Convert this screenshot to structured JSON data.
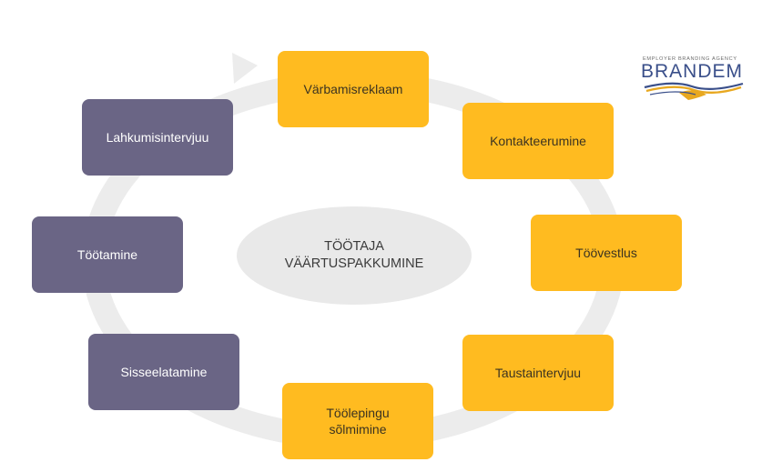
{
  "diagram": {
    "center_label": "TÖÖTAJA\nVÄÄRTUSPAKKUMINE",
    "steps": [
      {
        "id": "varbamisreklaam",
        "label": "Värbamisreklaam",
        "group": "recruitment"
      },
      {
        "id": "kontakteerumine",
        "label": "Kontakteerumine",
        "group": "recruitment"
      },
      {
        "id": "toovestlus",
        "label": "Töövestlus",
        "group": "recruitment"
      },
      {
        "id": "taustaintervjuu",
        "label": "Taustaintervjuu",
        "group": "recruitment"
      },
      {
        "id": "tooleping",
        "label": "Töölepingu\nsõlmimine",
        "group": "recruitment"
      },
      {
        "id": "sisseelatamine",
        "label": "Sisseelatamine",
        "group": "employment"
      },
      {
        "id": "tootamine",
        "label": "Töötamine",
        "group": "employment"
      },
      {
        "id": "lahkumisintervjuu",
        "label": "Lahkumisintervjuu",
        "group": "employment"
      }
    ]
  },
  "logo": {
    "tagline": "EMPLOYER BRANDING AGENCY",
    "wordmark": "BRANDEM"
  },
  "colors": {
    "recruitment": "#ffbb20",
    "employment": "#6a6585",
    "ring": "#ececec",
    "center": "#e9e9e9",
    "logo_blue": "#3a4f8a",
    "logo_gold": "#e8a820"
  }
}
